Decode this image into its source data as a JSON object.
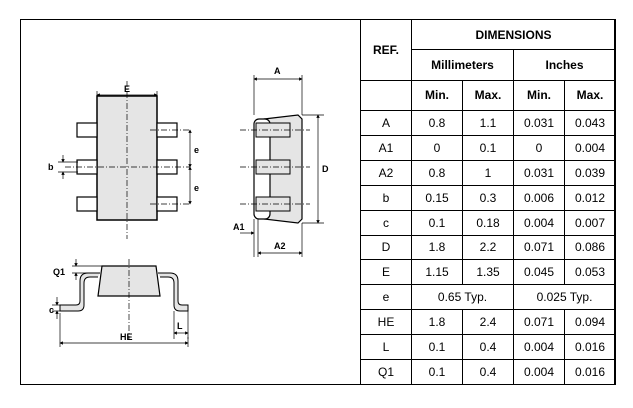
{
  "table": {
    "ref_header": "REF.",
    "dimensions_header": "DIMENSIONS",
    "mm_header": "Millimeters",
    "in_header": "Inches",
    "sub_headers": [
      "Min.",
      "Max.",
      "Min.",
      "Max."
    ],
    "rows": [
      {
        "ref": "A",
        "mm_min": "0.8",
        "mm_max": "1.1",
        "in_min": "0.031",
        "in_max": "0.043"
      },
      {
        "ref": "A1",
        "mm_min": "0",
        "mm_max": "0.1",
        "in_min": "0",
        "in_max": "0.004"
      },
      {
        "ref": "A2",
        "mm_min": "0.8",
        "mm_max": "1",
        "in_min": "0.031",
        "in_max": "0.039"
      },
      {
        "ref": "b",
        "mm_min": "0.15",
        "mm_max": "0.3",
        "in_min": "0.006",
        "in_max": "0.012"
      },
      {
        "ref": "c",
        "mm_min": "0.1",
        "mm_max": "0.18",
        "in_min": "0.004",
        "in_max": "0.007"
      },
      {
        "ref": "D",
        "mm_min": "1.8",
        "mm_max": "2.2",
        "in_min": "0.071",
        "in_max": "0.086"
      },
      {
        "ref": "E",
        "mm_min": "1.15",
        "mm_max": "1.35",
        "in_min": "0.045",
        "in_max": "0.053"
      },
      {
        "ref": "HE",
        "mm_min": "1.8",
        "mm_max": "2.4",
        "in_min": "0.071",
        "in_max": "0.094"
      },
      {
        "ref": "L",
        "mm_min": "0.1",
        "mm_max": "0.4",
        "in_min": "0.004",
        "in_max": "0.016"
      },
      {
        "ref": "Q1",
        "mm_min": "0.1",
        "mm_max": "0.4",
        "in_min": "0.004",
        "in_max": "0.016"
      }
    ],
    "e_row": {
      "ref": "e",
      "mm_typ": "0.65 Typ.",
      "in_typ": "0.025 Typ."
    }
  },
  "drawing": {
    "labels": {
      "E": "E",
      "A": "A",
      "b": "b",
      "e1": "e",
      "e2": "e",
      "D": "D",
      "A1": "A1",
      "A2": "A2",
      "Q1": "Q1",
      "c": "c",
      "L": "L",
      "HE": "HE"
    }
  }
}
